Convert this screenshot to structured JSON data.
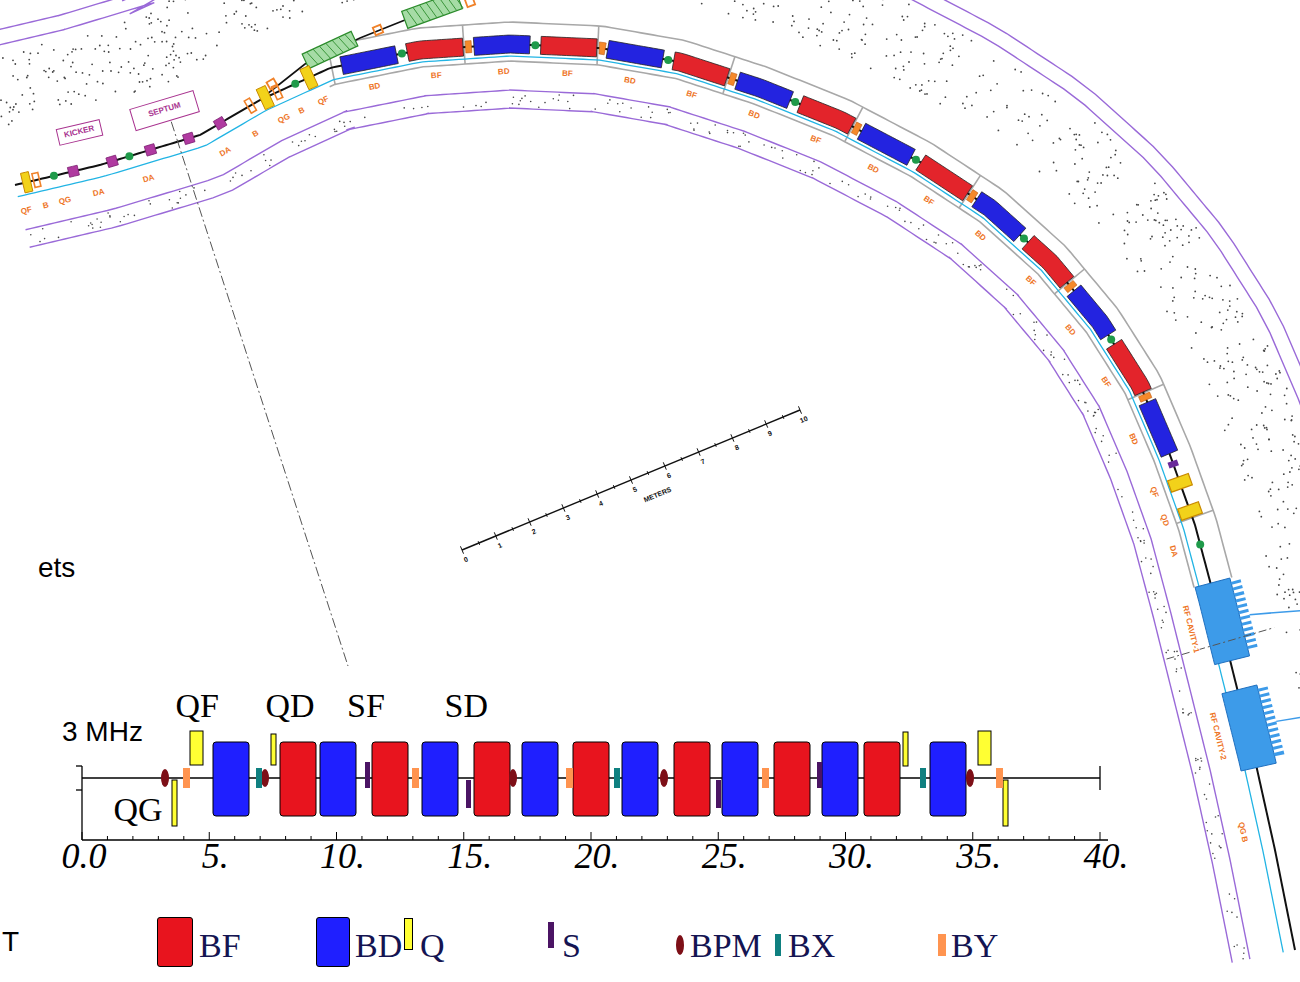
{
  "diagram": {
    "nodes": [
      {
        "text": [
          "KICKER"
        ]
      },
      {
        "text": [
          "SEPTUM"
        ]
      }
    ],
    "labels": [
      "ets",
      "3 MHz",
      "T",
      "QF",
      "B",
      "QG",
      "DA",
      "DA",
      "DA",
      "B",
      "QG",
      "B",
      "QF",
      "BD",
      "BF",
      "BD",
      "BF",
      "BD",
      "BF",
      "BD",
      "BF",
      "BD",
      "BF",
      "BD",
      "BF",
      "BD",
      "BF",
      "BD",
      "QF",
      "QD",
      "DA",
      "RF CAVITY-1",
      "RF CAVITY-2",
      "QG B",
      "0",
      "1",
      "2",
      "3",
      "4",
      "5",
      "6",
      "7",
      "8",
      "9",
      "10",
      "METERS",
      "QF",
      "QD",
      "SF",
      "SD",
      "QG",
      "0.0",
      "5.",
      "10.",
      "15.",
      "20.",
      "25.",
      "30.",
      "35.",
      "40."
    ],
    "legend": [
      {
        "text": "BF",
        "color": "#e8141e"
      },
      {
        "text": "BD",
        "color": "#1f1fff"
      },
      {
        "text": "Q",
        "color": "#ffff33"
      },
      {
        "text": "S",
        "color": "#4b1464"
      },
      {
        "text": "BPM",
        "color": "#7d0f17"
      },
      {
        "text": "BX",
        "color": "#0f8080"
      },
      {
        "text": "BY",
        "color": "#ff9450"
      }
    ]
  }
}
